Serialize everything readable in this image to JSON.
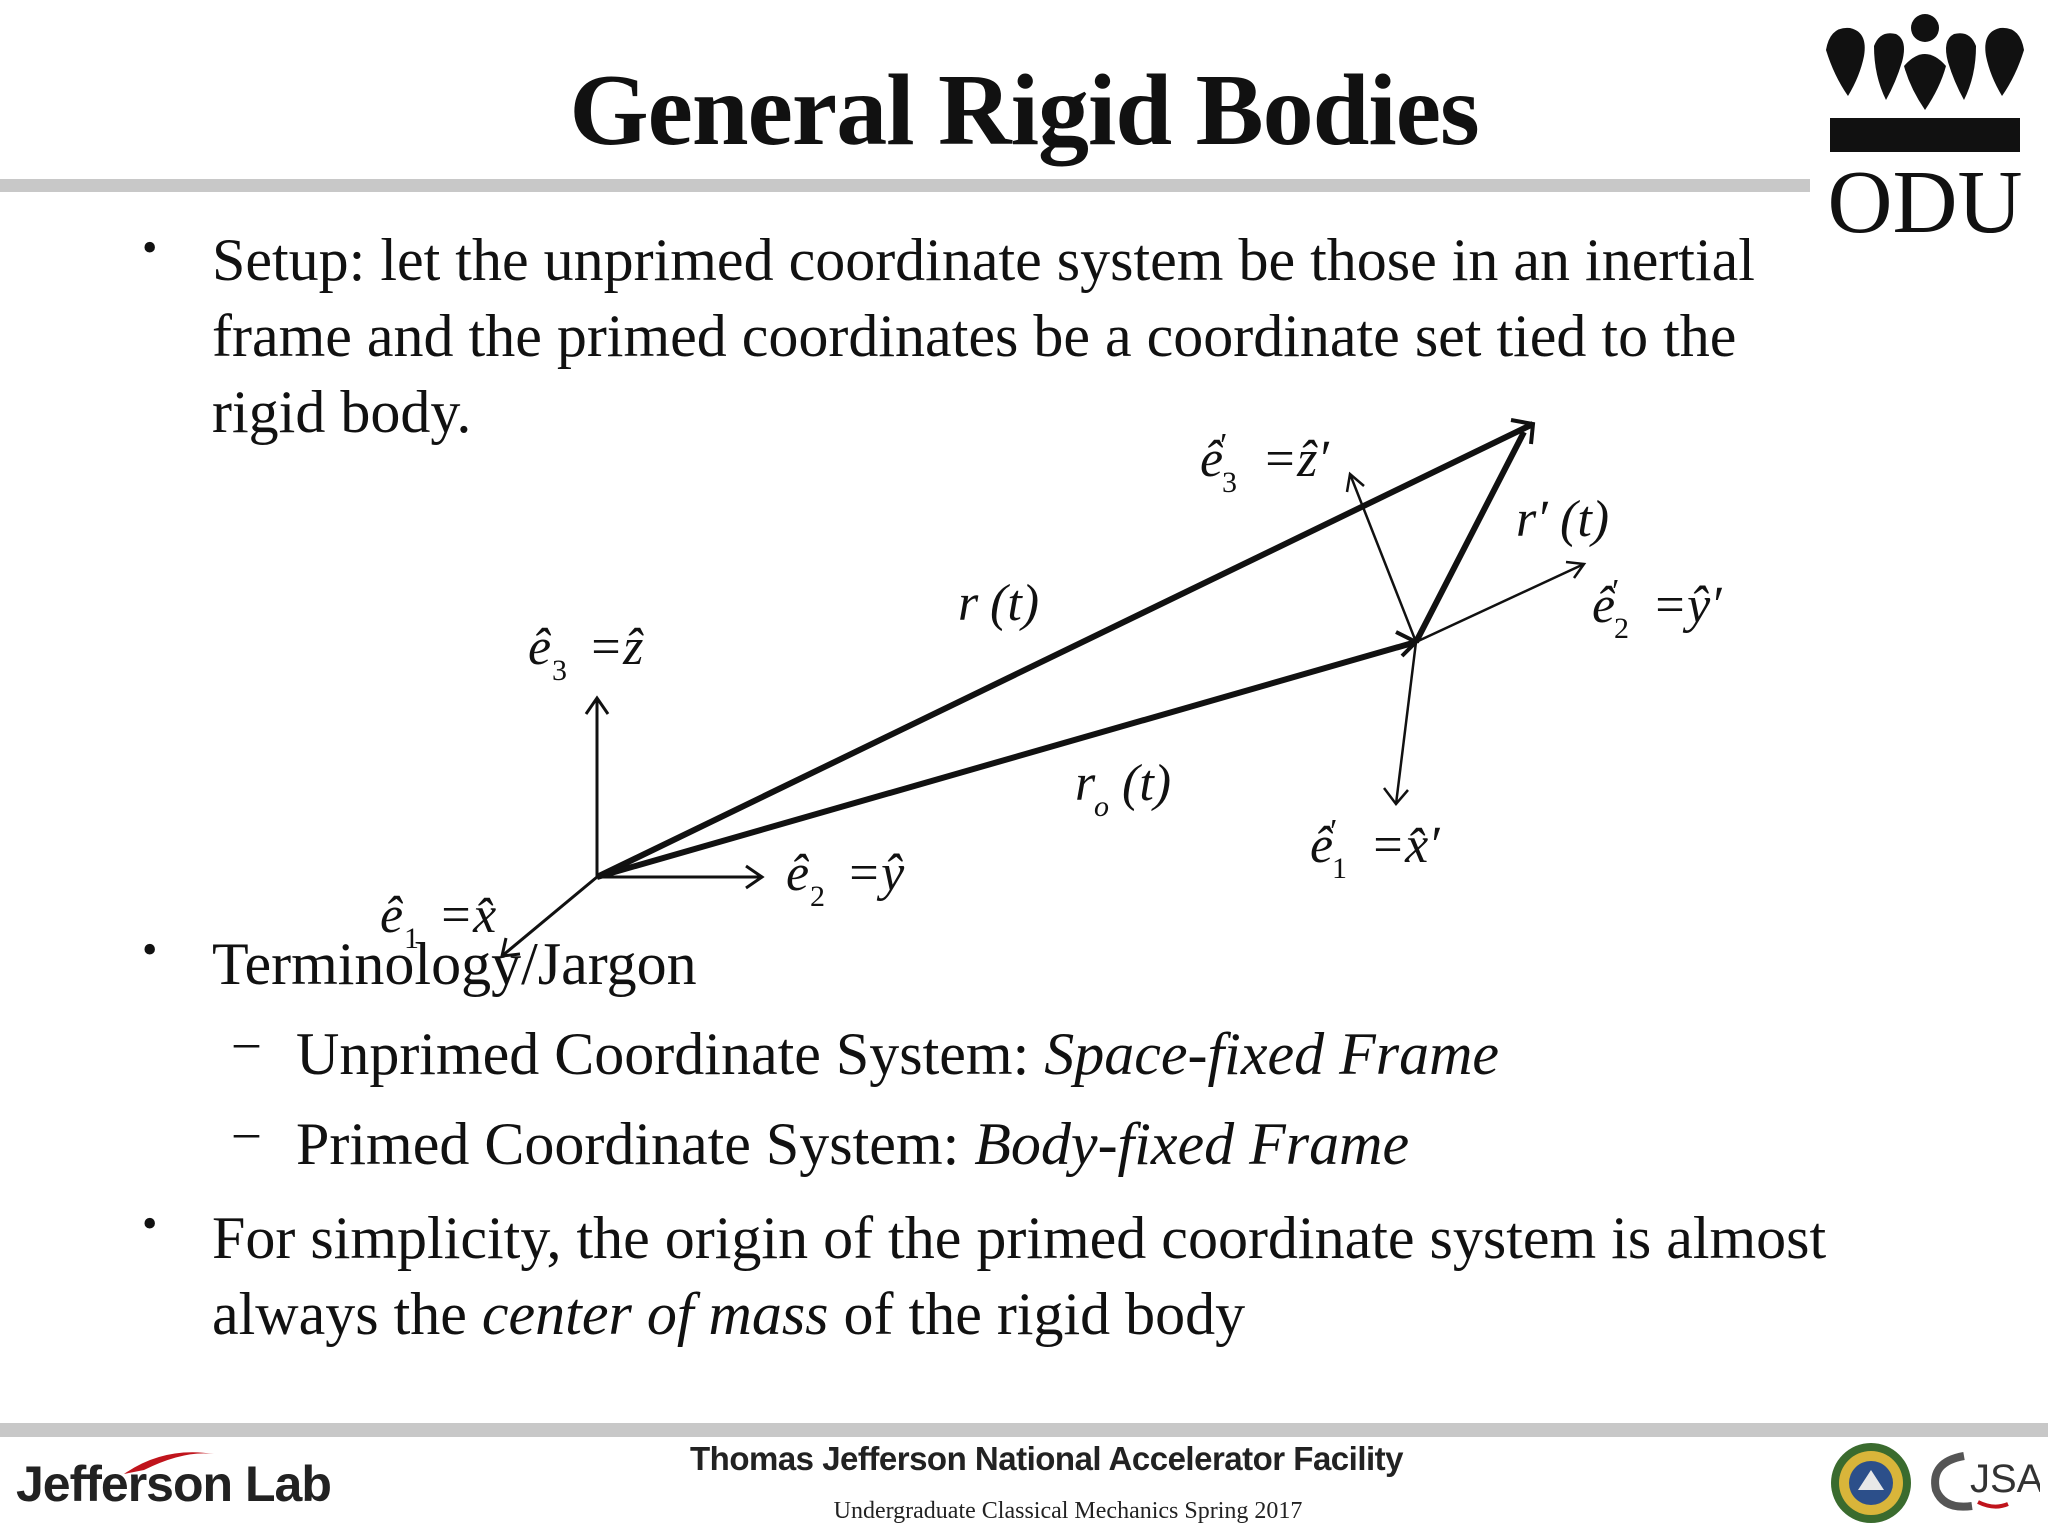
{
  "slide": {
    "title": "General Rigid Bodies"
  },
  "bullets": [
    {
      "lines": [
        "Setup: let the unprimed coordinate system be those in an inertial",
        "frame and the primed coordinates be a coordinate set tied to the",
        "rigid body."
      ]
    },
    {
      "lines": [
        "Terminology/Jargon"
      ],
      "subitems": [
        {
          "label": "Unprimed Coordinate System: ",
          "emphasis": "Space-fixed Frame"
        },
        {
          "label": "Primed Coordinate System: ",
          "emphasis": "Body-fixed Frame"
        }
      ]
    },
    {
      "line1": "For simplicity, the origin of the primed coordinate system is almost",
      "line2_pre": "always the ",
      "line2_em": "center of mass",
      "line2_post": " of the rigid body"
    }
  ],
  "diagram": {
    "space_z_lhs": "ê",
    "space_z_sub": "3",
    "space_z_rhs": "=ẑ",
    "space_y_lhs": "ê",
    "space_y_sub": "2",
    "space_y_rhs": "=ŷ",
    "space_x_lhs": "ê",
    "space_x_sub": "1",
    "space_x_rhs": "=x̂",
    "body_z_lhs": "ê",
    "body_z_sub": "3",
    "body_z_rhs": "=ẑ′",
    "body_y_lhs": "ê",
    "body_y_sub": "2",
    "body_y_rhs": "=ŷ′",
    "body_x_lhs": "ê",
    "body_x_sub": "1",
    "body_x_rhs": "=x̂′",
    "r_label_r": "r",
    "r_label_t": "(t)",
    "ro_label_r": "r",
    "ro_label_sub": "o",
    "ro_label_t": "(t)",
    "rp_label_r": "r′",
    "rp_label_t": "(t)"
  },
  "footer": {
    "lab": "Jefferson Lab",
    "facility": "Thomas Jefferson National Accelerator Facility",
    "course": "Undergraduate Classical Mechanics Spring 2017",
    "odu": "ODU",
    "jsa": "JSA"
  }
}
